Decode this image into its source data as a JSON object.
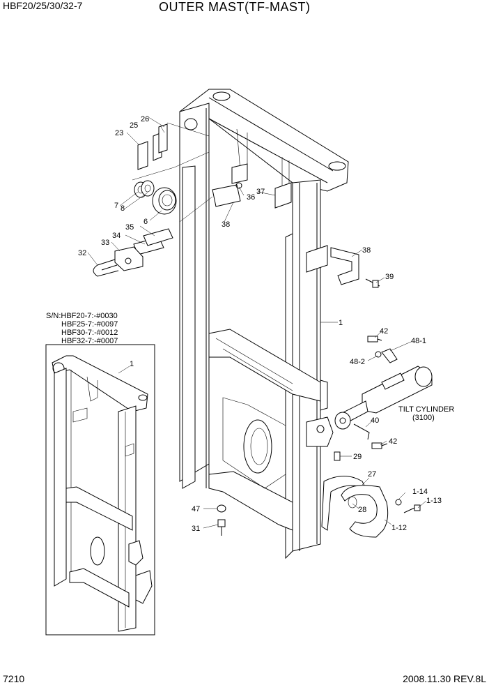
{
  "header": {
    "model": "HBF20/25/30/32-7",
    "title": "OUTER MAST(TF-MAST)"
  },
  "footer": {
    "page_number": "7210",
    "revision": "2008.11.30  REV.8L"
  },
  "serial_note": [
    "S/N:HBF20-7:-#0030",
    "HBF25-7:-#0097",
    "HBF30-7:-#0012",
    "HBF32-7:-#0007"
  ],
  "callouts": {
    "c1": "1",
    "c1b": "1",
    "c6": "6",
    "c7": "7",
    "c8": "8",
    "c23": "23",
    "c25": "25",
    "c26": "26",
    "c27": "27",
    "c28": "28",
    "c29": "29",
    "c31": "31",
    "c32": "32",
    "c33": "33",
    "c34": "34",
    "c35": "35",
    "c36": "36",
    "c37": "37",
    "c38a": "38",
    "c38b": "38",
    "c39": "39",
    "c40": "40",
    "c42a": "42",
    "c42b": "42",
    "c47": "47",
    "c48_1": "48-1",
    "c48_2": "48-2",
    "c1_12": "1-12",
    "c1_13": "1-13",
    "c1_14": "1-14"
  },
  "tilt_cylinder": {
    "label": "TILT CYLINDER",
    "code": "(3100)"
  }
}
